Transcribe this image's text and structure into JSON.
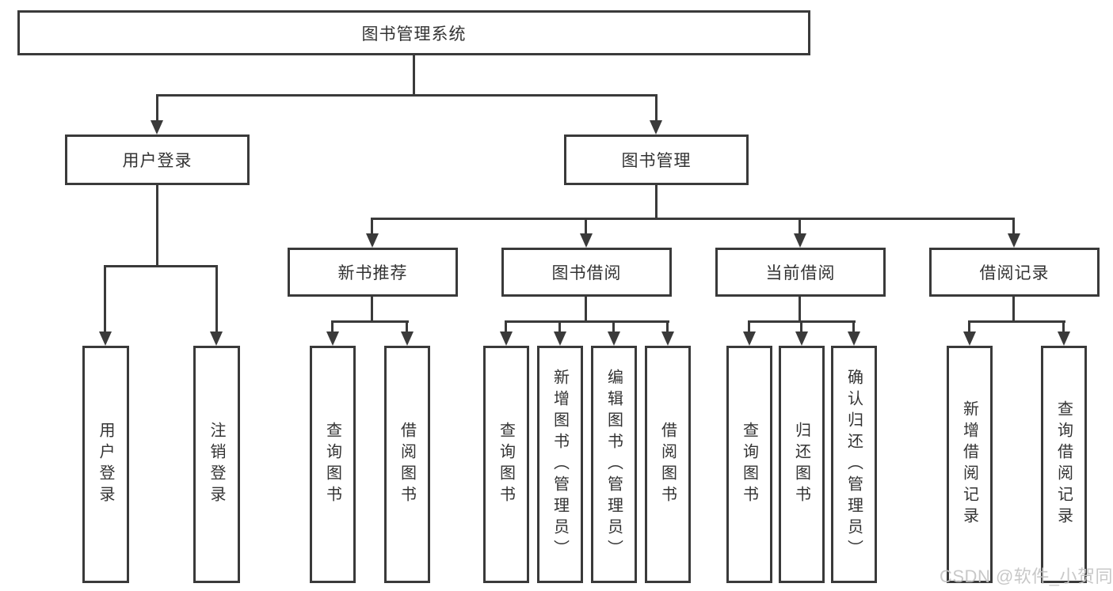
{
  "diagram": {
    "root": {
      "label": "图书管理系统",
      "children": [
        {
          "label": "用户登录",
          "children": [
            {
              "label": "用户登录"
            },
            {
              "label": "注销登录"
            }
          ]
        },
        {
          "label": "图书管理",
          "children": [
            {
              "label": "新书推荐",
              "children": [
                {
                  "label": "查询图书"
                },
                {
                  "label": "借阅图书"
                }
              ]
            },
            {
              "label": "图书借阅",
              "children": [
                {
                  "label": "查询图书"
                },
                {
                  "label": "新增图书（管理员）"
                },
                {
                  "label": "编辑图书（管理员）"
                },
                {
                  "label": "借阅图书"
                }
              ]
            },
            {
              "label": "当前借阅",
              "children": [
                {
                  "label": "查询图书"
                },
                {
                  "label": "归还图书"
                },
                {
                  "label": "确认归还（管理员）"
                }
              ]
            },
            {
              "label": "借阅记录",
              "children": [
                {
                  "label": "新增借阅记录"
                },
                {
                  "label": "查询借阅记录"
                }
              ]
            }
          ]
        }
      ]
    },
    "colors": {
      "line": "#3a3a3a",
      "text": "#333333",
      "background": "#ffffff",
      "watermark": "#c3c3c3"
    }
  },
  "watermark": {
    "text": "CSDN @软件_小贺同学"
  }
}
